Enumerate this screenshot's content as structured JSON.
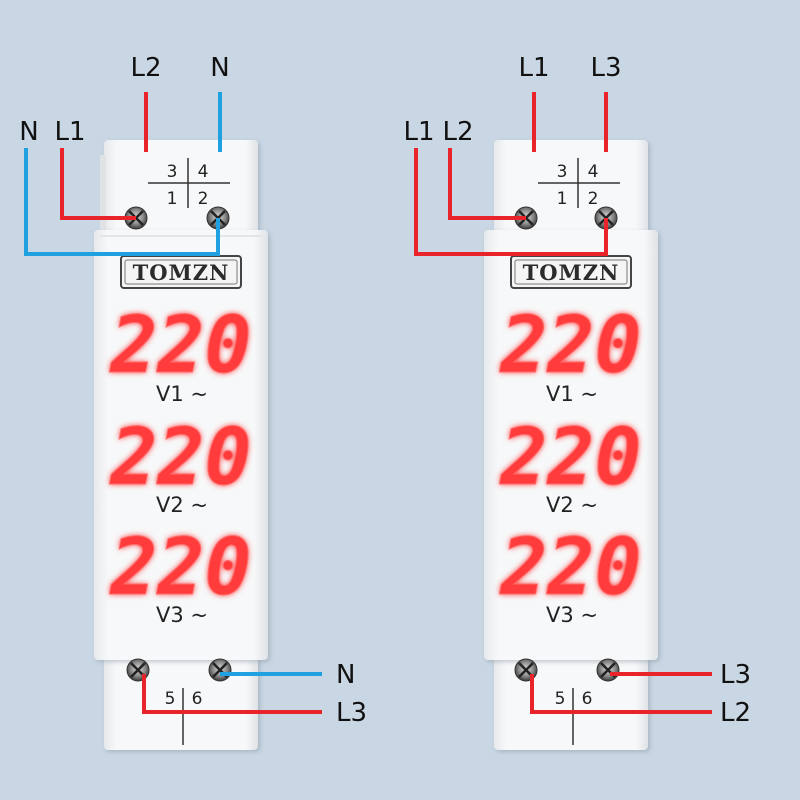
{
  "brand": "TOMZN",
  "terminal_numbers": {
    "t3": "3",
    "t4": "4",
    "t1": "1",
    "t2": "2",
    "t5": "5",
    "t6": "6"
  },
  "colors": {
    "live_wire": "#e8232a",
    "neutral_wire": "#1fa0e0",
    "display": "#ff3b3b",
    "background": "#c9d6e3"
  },
  "devices": [
    {
      "id": "left",
      "wire_labels": {
        "top_l2": "L2",
        "top_n": "N",
        "side_n": "N",
        "side_l1": "L1",
        "bottom_n": "N",
        "bottom_l3": "L3"
      },
      "displays": [
        {
          "value": "220",
          "label": "V1 ~"
        },
        {
          "value": "220",
          "label": "V2 ~"
        },
        {
          "value": "220",
          "label": "V3 ~"
        }
      ]
    },
    {
      "id": "right",
      "wire_labels": {
        "top_l1": "L1",
        "top_l3": "L3",
        "side_l1": "L1",
        "side_l2": "L2",
        "bottom_l3": "L3",
        "bottom_l2": "L2"
      },
      "displays": [
        {
          "value": "220",
          "label": "V1 ~"
        },
        {
          "value": "220",
          "label": "V2 ~"
        },
        {
          "value": "220",
          "label": "V3 ~"
        }
      ]
    }
  ]
}
